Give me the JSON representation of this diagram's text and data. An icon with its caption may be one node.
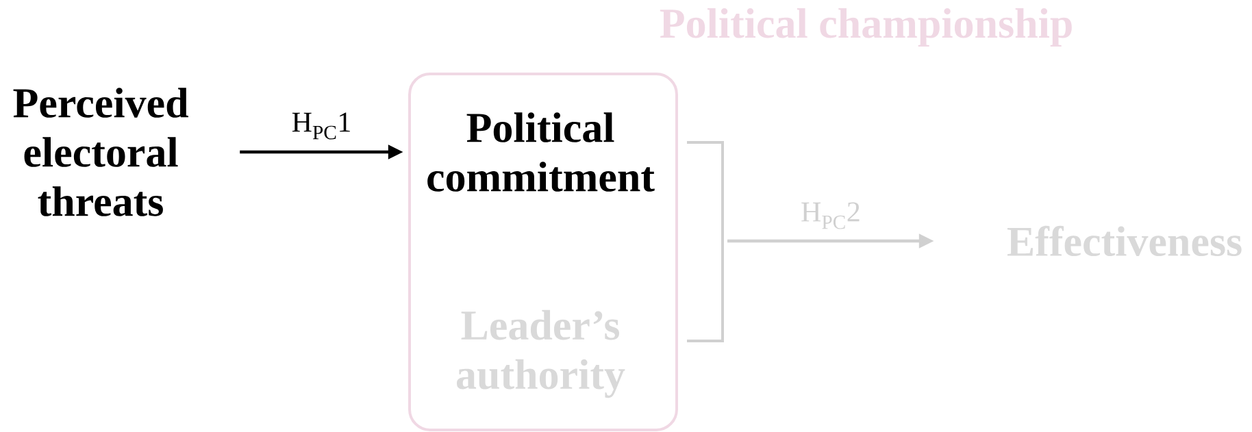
{
  "diagram": {
    "nodes": [
      {
        "text": [
          "Perceived electoral threats"
        ]
      },
      {
        "text": [
          "Political championship"
        ]
      },
      {
        "text": [
          "Political commitment"
        ],
        "in": 1
      },
      {
        "text": [
          "Leader’s authority"
        ],
        "in": 1
      },
      {
        "text": [
          "Effectiveness"
        ]
      }
    ],
    "edges": [
      {
        "from": 0,
        "to": 2,
        "arrow": "to",
        "label": "H$_{PC}$1"
      },
      {
        "from": 1,
        "to": 4,
        "arrow": "to",
        "label": "H$_{PC}$2",
        "color": "#d0d0d0"
      }
    ]
  }
}
